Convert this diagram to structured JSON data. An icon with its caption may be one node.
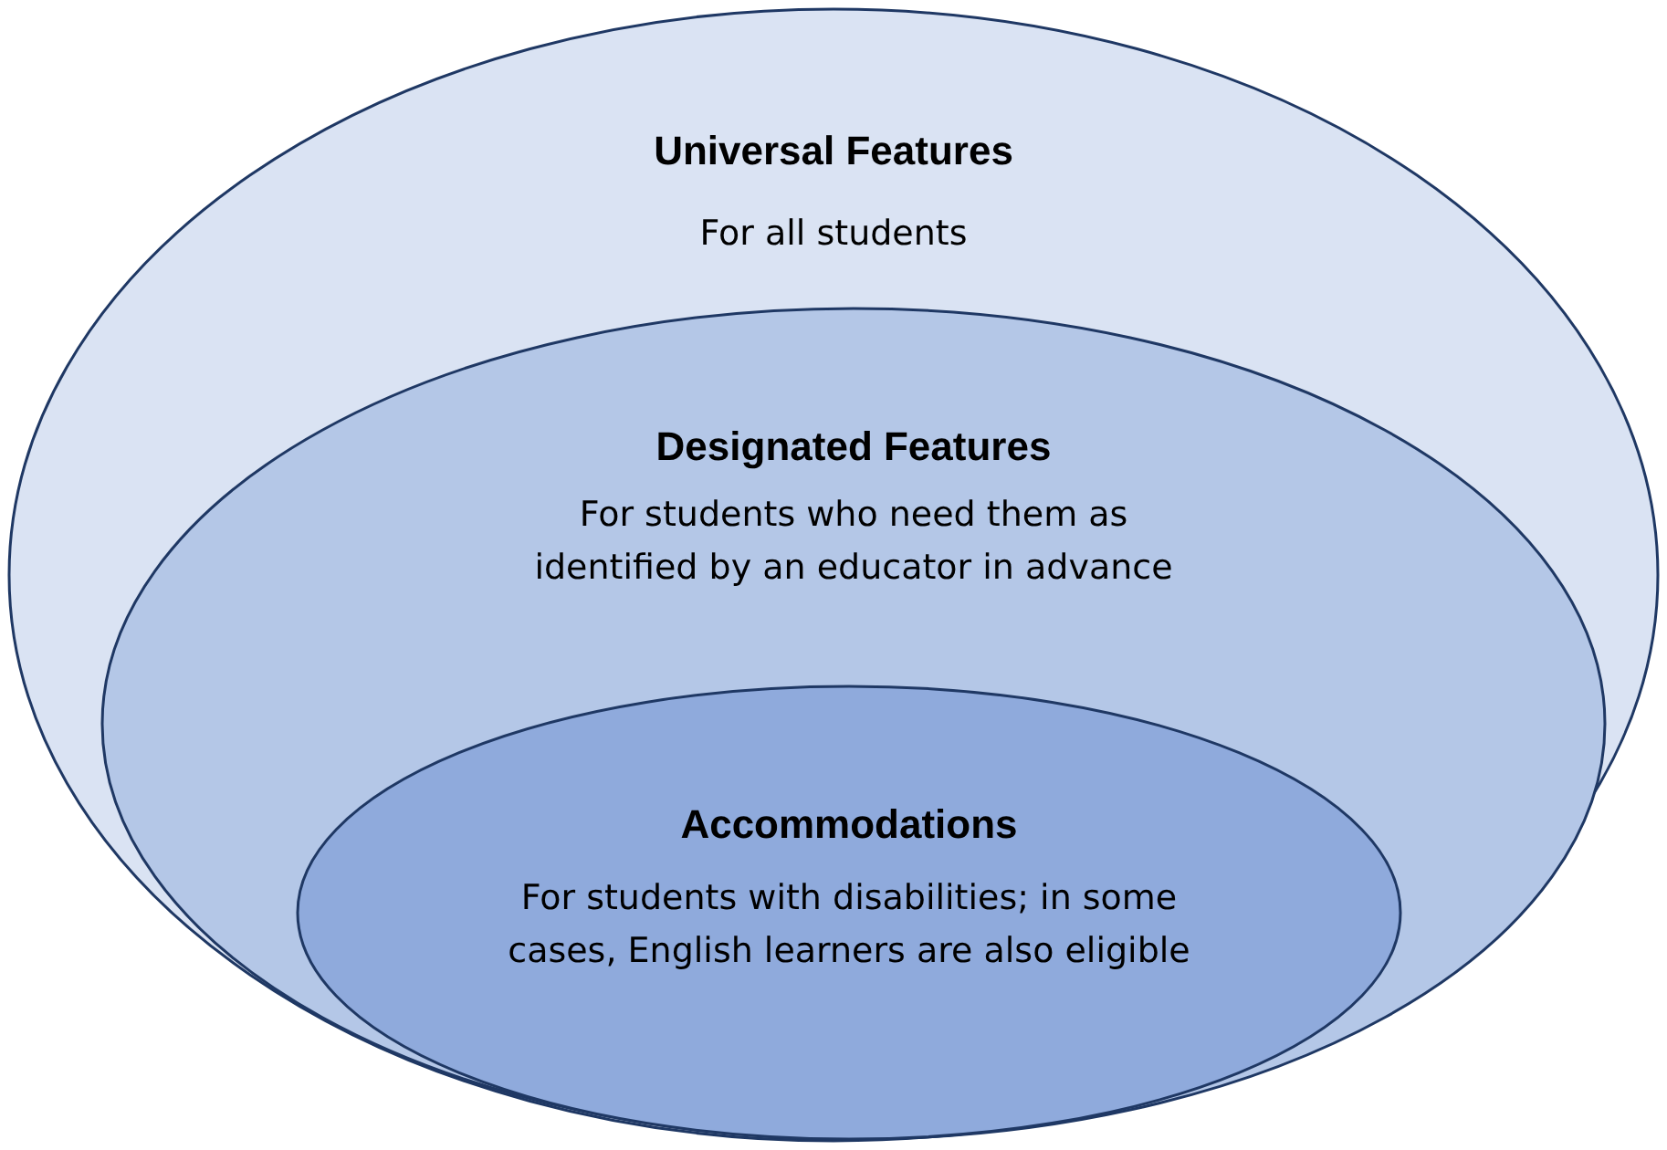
{
  "diagram": {
    "nodes": [
      {
        "text": [
          "Universal Features",
          "For all students"
        ]
      },
      {
        "text": [
          "Designated Features",
          "For students who need them as identified by an educator in advance"
        ],
        "in": 0
      },
      {
        "text": [
          "Accommodations",
          "For students with disabilities; in some cases, English learners are also eligible"
        ],
        "in": 1
      }
    ]
  }
}
